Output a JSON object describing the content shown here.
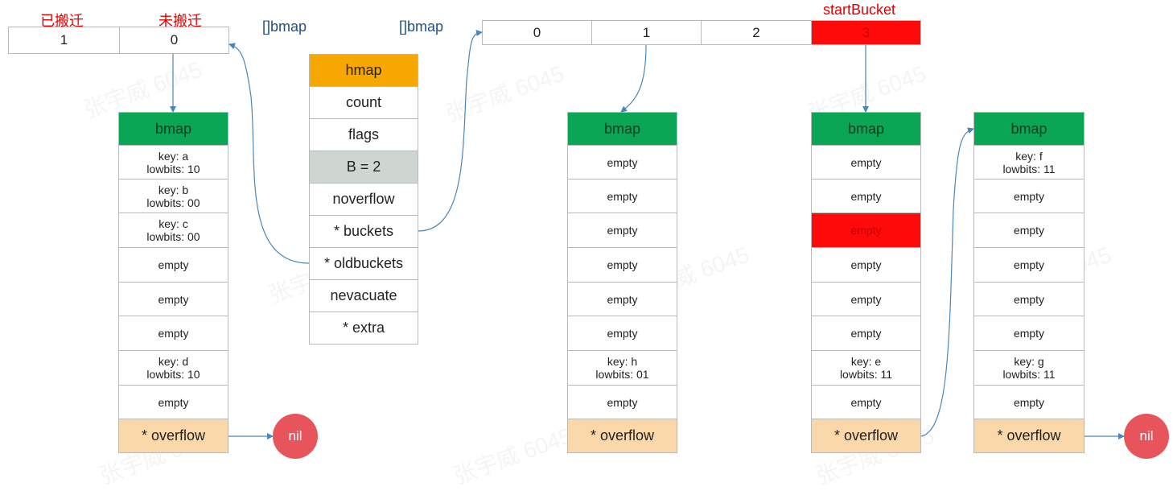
{
  "labels": {
    "migrated": "已搬迁",
    "not_migrated": "未搬迁",
    "bmap_slice_left": "[]bmap",
    "bmap_slice_right": "[]bmap",
    "start_bucket": "startBucket"
  },
  "old_buckets": [
    "1",
    "0"
  ],
  "new_buckets": [
    "0",
    "1",
    "2",
    "3"
  ],
  "hmap": {
    "title": "hmap",
    "fields": [
      "count",
      "flags",
      "B = 2",
      "noverflow",
      "* buckets",
      "* oldbuckets",
      "nevacuate",
      "* extra"
    ]
  },
  "bucket_header": "bmap",
  "overflow_label": "* overflow",
  "nil_label": "nil",
  "old_bucket": {
    "slots": [
      "key: a\nlowbits: 10",
      "key: b\nlowbits: 00",
      "key: c\nlowbits: 00",
      "empty",
      "empty",
      "empty",
      "key: d\nlowbits: 10",
      "empty"
    ]
  },
  "new_bucket_1": {
    "slots": [
      "empty",
      "empty",
      "empty",
      "empty",
      "empty",
      "empty",
      "key: h\nlowbits: 01",
      "empty"
    ]
  },
  "new_bucket_3": {
    "slots": [
      "empty",
      "empty",
      "empty",
      "empty",
      "empty",
      "empty",
      "key: e\nlowbits: 11",
      "empty"
    ]
  },
  "overflow_bucket": {
    "slots": [
      "key: f\nlowbits: 11",
      "empty",
      "empty",
      "empty",
      "empty",
      "empty",
      "key: g\nlowbits: 11",
      "empty"
    ]
  },
  "watermark": "张宇威 6045",
  "colors": {
    "header_green": "#0aa555",
    "hmap_orange": "#f6a800",
    "highlight_red": "#ff0a0a",
    "overflow_peach": "#fbd8aa",
    "nil_red": "#e8545c",
    "arrow_blue": "#4a86b8"
  }
}
